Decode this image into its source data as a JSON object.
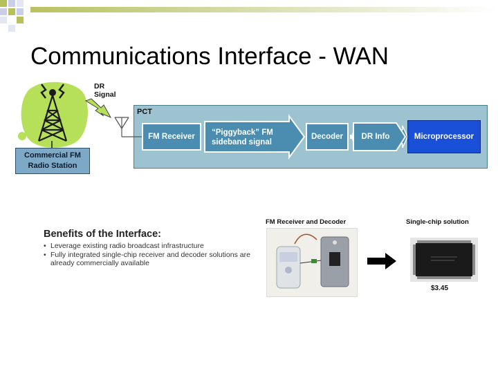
{
  "slide": {
    "title": "Communications Interface - WAN"
  },
  "diagram": {
    "dr_signal_line1": "DR",
    "dr_signal_line2": "Signal",
    "station_line1": "Commercial FM",
    "station_line2": "Radio Station",
    "pct_label": "PCT",
    "fm_receiver": "FM Receiver",
    "piggyback_line1": "“Piggyback” FM",
    "piggyback_line2": "sideband signal",
    "decoder": "Decoder",
    "dr_info": "DR Info",
    "microprocessor": "Microprocessor"
  },
  "benefits": {
    "title": "Benefits of the Interface:",
    "items": [
      "Leverage existing radio broadcast infrastructure",
      "Fully integrated single-chip receiver and decoder solutions are already commercially available"
    ]
  },
  "photos": {
    "fm_caption": "FM Receiver and Decoder",
    "chip_caption": "Single-chip solution",
    "price": "$3.45"
  },
  "colors": {
    "box_blue": "#4a8db0",
    "panel": "#9cc3cf",
    "micro_blue": "#1a4fd8",
    "tower_green": "#b6e05a"
  }
}
